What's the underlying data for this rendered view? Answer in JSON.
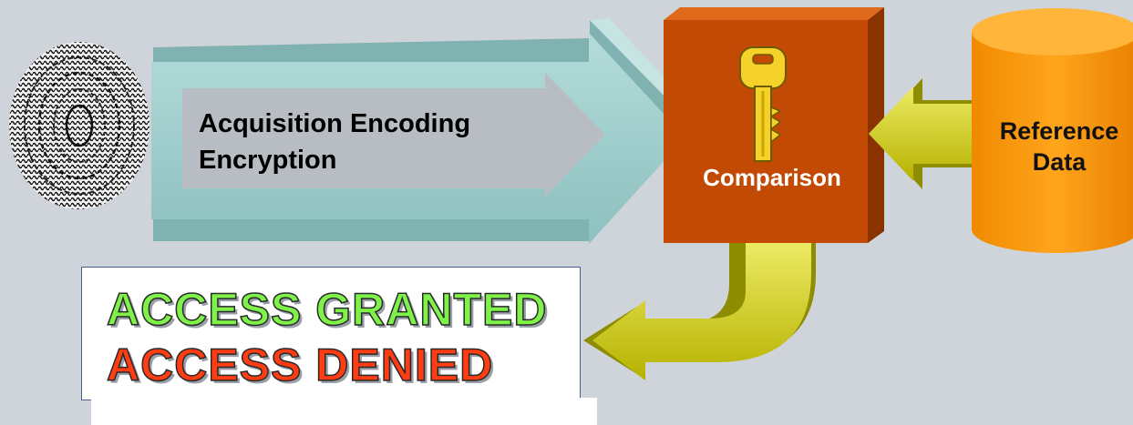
{
  "diagram": {
    "process_label": [
      "Acquisition  Encoding",
      "Encryption"
    ],
    "comparison_label": "Comparison",
    "reference_label": [
      "Reference",
      "Data"
    ],
    "results": {
      "granted": "ACCESS GRANTED",
      "denied": "ACCESS DENIED"
    }
  },
  "colors": {
    "background": "#cfd3da",
    "big_arrow": "#9dc8c6",
    "inner_arrow": "#b8bcc3",
    "comparison_box": "#c24a05",
    "reference_cylinder": "#f7960a",
    "yellow_arrows": "#c8c400",
    "granted": "#7ff24a",
    "denied": "#ff3c12"
  },
  "icons": [
    "fingerprint-icon",
    "key-icon"
  ]
}
